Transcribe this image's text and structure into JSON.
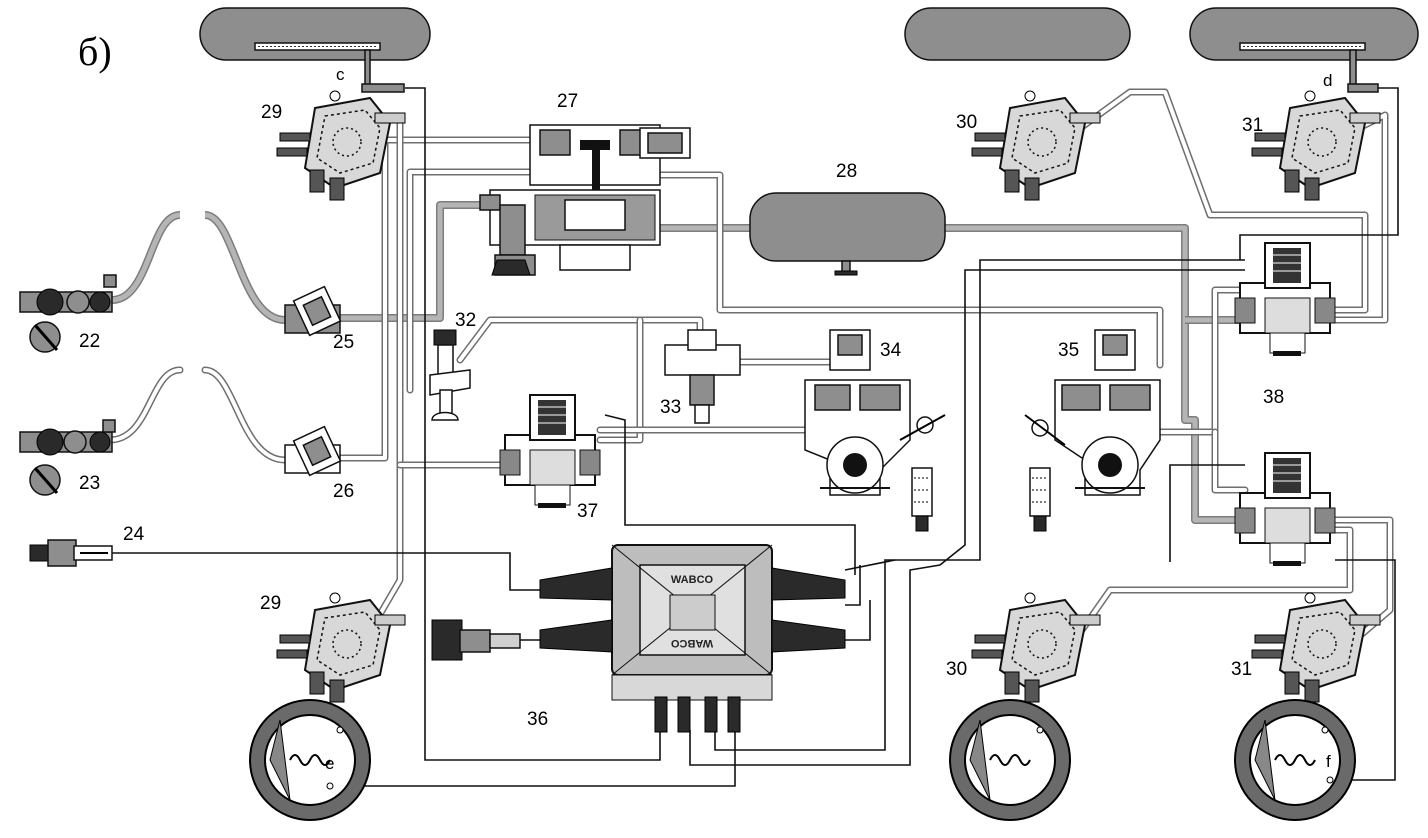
{
  "figure": {
    "part_label": "б)",
    "labels": {
      "n22": "22",
      "n23": "23",
      "n24": "24",
      "n25": "25",
      "n26": "26",
      "n27": "27",
      "n28": "28",
      "n29a": "29",
      "n29b": "29",
      "n30a": "30",
      "n30b": "30",
      "n31a": "31",
      "n31b": "31",
      "n32": "32",
      "n33": "33",
      "n34": "34",
      "n35": "35",
      "n36": "36",
      "n37": "37",
      "n38": "38",
      "c": "c",
      "d": "d",
      "e": "e",
      "f": "f"
    },
    "ecu_brand": "WABCO"
  }
}
